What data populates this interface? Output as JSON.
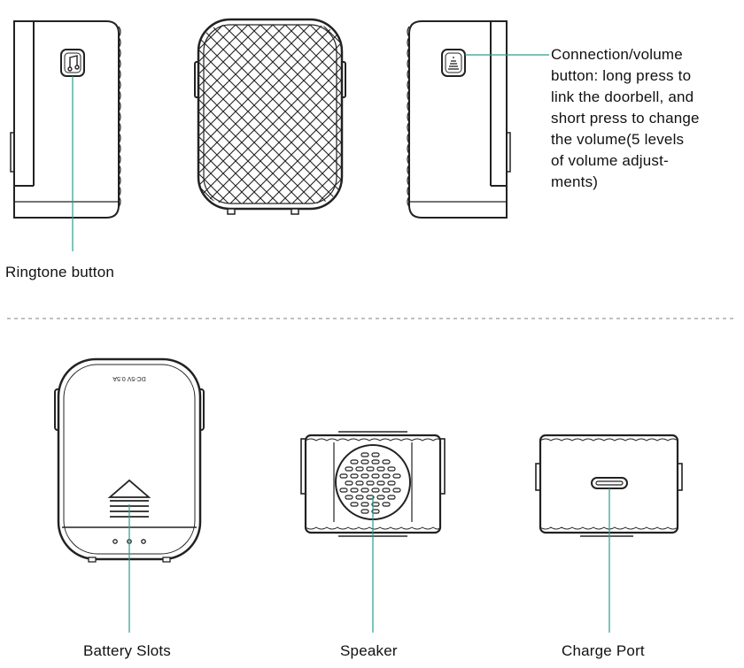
{
  "labels": {
    "ringtone": "Ringtone button",
    "connection": [
      "Connection/volume",
      "button: long press to",
      "link the doorbell, and",
      "short press to change",
      "the volume(5 levels",
      "of volume adjust-",
      "ments)"
    ],
    "battery": "Battery Slots",
    "speaker": "Speaker",
    "charge": "Charge Port",
    "back_print": "DC-5V 0.5A"
  },
  "colors": {
    "outline": "#222222",
    "leader": "#2a9d8f",
    "divider": "#9a9a9a"
  },
  "icons": [
    "music-note-icon",
    "connection-icon",
    "usb-c-port-icon"
  ]
}
